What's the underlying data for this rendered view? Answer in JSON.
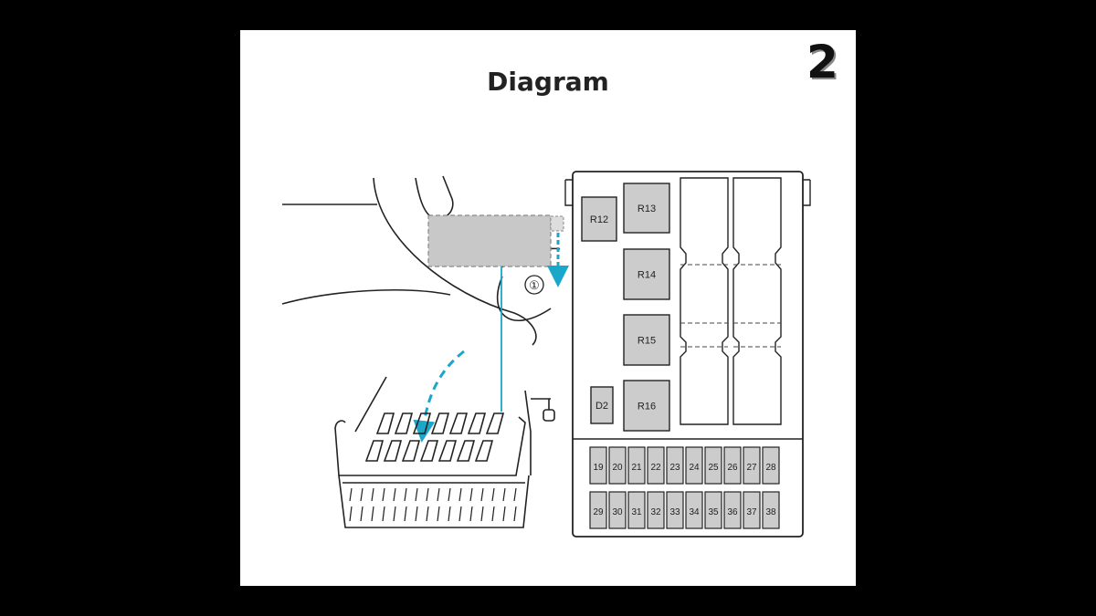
{
  "title": "Diagram",
  "page_number": "2",
  "step_marker": "①",
  "relays": [
    "R12",
    "R13",
    "R14",
    "R15",
    "R16"
  ],
  "diode": "D2",
  "fuse_rows": [
    [
      "19",
      "20",
      "21",
      "22",
      "23",
      "24",
      "25",
      "26",
      "27",
      "28"
    ],
    [
      "29",
      "30",
      "31",
      "32",
      "33",
      "34",
      "35",
      "36",
      "37",
      "38"
    ]
  ],
  "colors": {
    "accent": "#1aa7c9",
    "component_fill": "#cccccc",
    "highlight_fill": "#c8c8c8"
  }
}
